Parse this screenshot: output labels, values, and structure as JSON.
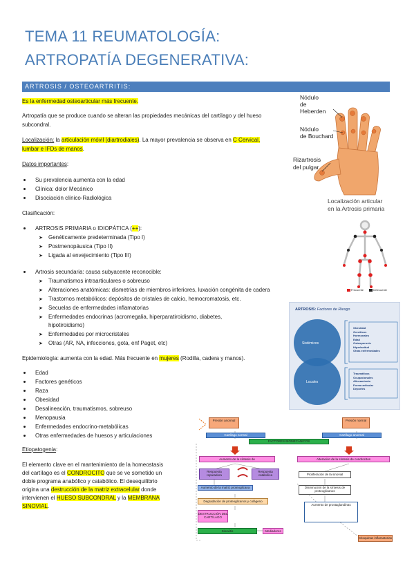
{
  "title": {
    "line1": "TEMA 11 REUMATOLOGÍA:",
    "line2": "ARTROPATÍA DEGENERATIVA:"
  },
  "section_banner": "ARTROSIS / OSTEOARTRITIS:",
  "intro": {
    "highlight": "Es la enfermedad osteoarticular más frecuente.",
    "definition_l1": "Artropatía que se produce cuando se alteran las propiedades mecánicas del cartílago y del hueso",
    "definition_l2": "subcondral.",
    "loc_label": "Localización:",
    "loc_pre": " la ",
    "loc_hl1": "articulación móvil (diartrodiales)",
    "loc_mid": ". La mayor prevalencia se observa en ",
    "loc_hl2": "C Cervical,",
    "loc_hl3": "lumbar e IFDs de manos",
    "loc_end": "."
  },
  "datos": {
    "heading": "Datos importantes",
    "colon": ":",
    "items": [
      "Su prevalencia aumenta con la edad",
      "Clínica: dolor Mecánico",
      "Disociación clínico-Radiológica"
    ]
  },
  "clasificacion": {
    "heading": "Clasificación:",
    "primaria_pre": "ARTROSIS PRIMARIA o IDIOPÁTICA (",
    "primaria_hl": "++",
    "primaria_post": "):",
    "primaria_items": [
      "Genéticamente predeterminada (Tipo I)",
      "Postmenopáusica (Tipo II)",
      "Ligada al envejecimiento (Tipo III)"
    ],
    "secundaria": "Artrosis secundaria: causa subyacente reconocible:",
    "secundaria_items": [
      "Traumatismos intraarticulares o sobreuso",
      "Alteraciones anatómicas: dismetrías de miembros inferiores, luxación congénita de cadera",
      "Trastornos metabólicos: depósitos de cristales de calcio, hemocromatosis, etc.",
      "Secuelas de enfermedades inflamatorias",
      "Enfermedades endocrinas (acromegalia, hiperparatiroidismo, diabetes,",
      "Enfermedades por microcristales",
      "Otras (AR, NA, infecciones, gota, enf Paget, etc)"
    ],
    "secundaria_item5_cont": "hipotiroidismo)"
  },
  "epidemiologia": {
    "pre": "Epidemiología: aumenta con la edad. Más frecuente en ",
    "hl": "mujeres",
    "post": " (Rodilla, cadera y manos).",
    "items": [
      "Edad",
      "Factores genéticos",
      "Raza",
      "Obesidad",
      "Desalineación, traumatismos, sobreuso",
      "Menopausia",
      "Enfermedades endocrino-metabólicas",
      "Otras enfermedades de huesos y articulaciones"
    ]
  },
  "etiopatogenia": {
    "heading": "Etiopatogenia",
    "colon": ":",
    "l1": "El elemento clave en el mantenimiento de la homeostasis",
    "l2_pre": "del cartílago es el ",
    "l2_hl": "CONDROCITO",
    "l2_post": " que se ve sometido un",
    "l3": "doble programa anabólico y catabólico. El desequilibrio",
    "l4_pre": "origina una ",
    "l4_hl": "destrucción de la matriz extracelular",
    "l4_post": " donde",
    "l5_pre": "intervienen el ",
    "l5_hl1": "HUESO SUBCONDRAL",
    "l5_mid": " y la ",
    "l5_hl2": "MEMBRANA",
    "l6_hl": "SINOVIAL",
    "l6_post": "."
  },
  "hand_labels": {
    "heberden_1": "Nódulo",
    "heberden_2": "de",
    "heberden_3": "Heberden",
    "bouchard_1": "Nódulo",
    "bouchard_2": "de Bouchard",
    "rizartrosis_1": "Rizartrosis",
    "rizartrosis_2": "del pulgar"
  },
  "skeleton": {
    "caption_1": "Localización articular",
    "caption_2": "en la Artrosis primaria",
    "legend_1": "Frecuente",
    "legend_2": "Infrecuente"
  },
  "risk": {
    "title_pre": "ARTROSIS: ",
    "title_it": "Factores de Riesgo",
    "circle_1": "Sistémicos",
    "circle_2": "Locales",
    "sist": [
      "Obesidad",
      "Genéticos",
      "Hormonales",
      "Edad",
      "Osteoporosis",
      "Hiperlaxitud",
      "Otras enfermedades"
    ],
    "local": [
      "Traumáticos",
      "Ocupacionales",
      "Alineamiento",
      "Forma articular",
      "Deportes"
    ]
  },
  "flow": {
    "b1": "Presión anormal",
    "b2": "Presión normal",
    "b3": "Cartílago normal",
    "b4": "Cartílago anormal",
    "b5": "FACTORES BIOMECÁNICOS",
    "b6": "Aumento de la síntesis de",
    "b7": "Alteración de la síntesis de condrocitos",
    "b8": "Respuesta reparadora",
    "b9": "Respuesta catabólica",
    "b10": "Proliferación de la sinovial",
    "b11": "Aumento de la matriz proteoglicana",
    "b12": "Disminución de la síntesis de proteoglicanos",
    "b13": "Degradación de proteoglicanos y colágeno",
    "b14": "DESTRUCCIÓN DEL CARTÍLAGO",
    "b15": "Aumento de prostaglandinas",
    "b16": "Sinovitis",
    "b17": "Mediadores",
    "b18": "Citoquinas inflamatorias"
  }
}
